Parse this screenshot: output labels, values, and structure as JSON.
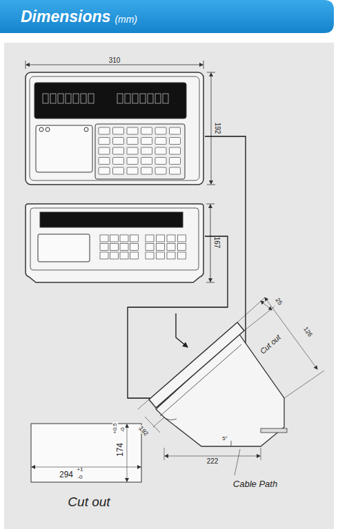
{
  "diagram": {
    "title": "Dimensions",
    "labels": [
      "(mm)",
      "310",
      "192",
      "167",
      "25",
      "Cut out",
      "126",
      "192",
      "5°",
      "222",
      "Cable Path",
      "294",
      "+1",
      "-0",
      "174",
      "+0.5",
      "-0",
      "Cut out"
    ]
  }
}
